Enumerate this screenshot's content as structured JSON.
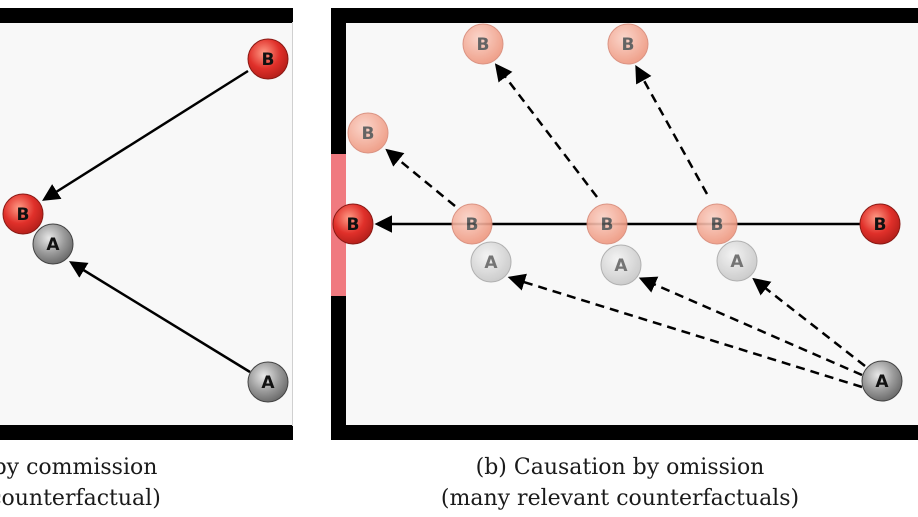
{
  "panel_a": {
    "ball_b_label": "B",
    "ball_a_label": "A",
    "caption_line1": "by commission",
    "caption_line2": "counterfactual)"
  },
  "panel_b": {
    "ball_b_label": "B",
    "ball_a_label": "A",
    "caption_line1": "(b) Causation by omission",
    "caption_line2": "(many relevant counterfactuals)"
  },
  "colors": {
    "ball_b": "#e0302a",
    "ball_b_ghost": "#f2a08c",
    "ball_a": "#8a8a8a",
    "ball_a_ghost": "#d4d4d4",
    "goal": "#f07a80",
    "wall": "#000000",
    "field": "#f7f7f7"
  }
}
